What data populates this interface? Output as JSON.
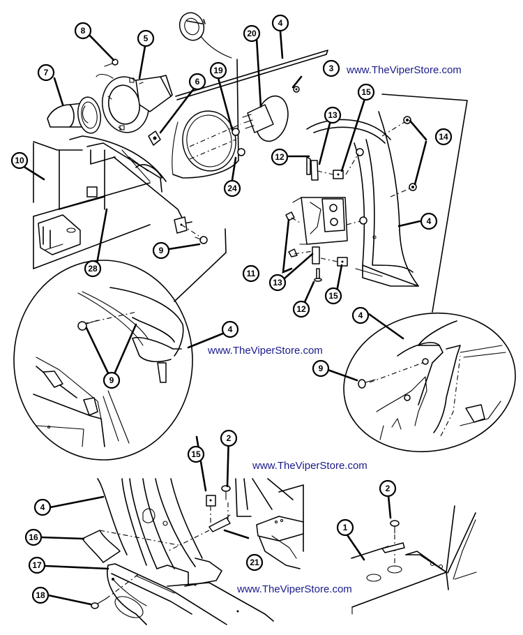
{
  "diagram": {
    "title": "Viper fuel filler / door and rear quarter panel exploded parts view",
    "line_color": "#000000",
    "background": "#ffffff"
  },
  "watermarks": {
    "color": "#1a1a8c",
    "items": [
      {
        "id": "wm-top-right",
        "text": "www.TheViperStore.com"
      },
      {
        "id": "wm-middle",
        "text": "www.TheViperStore.com"
      },
      {
        "id": "wm-lower-right",
        "text": "www.TheViperStore.com"
      },
      {
        "id": "wm-bottom",
        "text": "www.TheViperStore.com"
      }
    ]
  },
  "callouts": [
    {
      "id": "c8",
      "label": "8"
    },
    {
      "id": "c5",
      "label": "5"
    },
    {
      "id": "c20",
      "label": "20"
    },
    {
      "id": "c4a",
      "label": "4"
    },
    {
      "id": "c3",
      "label": "3"
    },
    {
      "id": "c7",
      "label": "7"
    },
    {
      "id": "c6",
      "label": "6"
    },
    {
      "id": "c19",
      "label": "19"
    },
    {
      "id": "c15a",
      "label": "15"
    },
    {
      "id": "c13a",
      "label": "13"
    },
    {
      "id": "c14",
      "label": "14"
    },
    {
      "id": "c10",
      "label": "10"
    },
    {
      "id": "c12a",
      "label": "12"
    },
    {
      "id": "c24",
      "label": "24"
    },
    {
      "id": "c9a",
      "label": "9"
    },
    {
      "id": "c4b",
      "label": "4"
    },
    {
      "id": "c11",
      "label": "11"
    },
    {
      "id": "c28",
      "label": "28"
    },
    {
      "id": "c13b",
      "label": "13"
    },
    {
      "id": "c15b",
      "label": "15"
    },
    {
      "id": "c12b",
      "label": "12"
    },
    {
      "id": "c4c",
      "label": "4"
    },
    {
      "id": "c4d",
      "label": "4"
    },
    {
      "id": "c9b",
      "label": "9"
    },
    {
      "id": "c9c",
      "label": "9"
    },
    {
      "id": "c15c",
      "label": "15"
    },
    {
      "id": "c2a",
      "label": "2"
    },
    {
      "id": "c2b",
      "label": "2"
    },
    {
      "id": "c4e",
      "label": "4"
    },
    {
      "id": "c1",
      "label": "1"
    },
    {
      "id": "c16",
      "label": "16"
    },
    {
      "id": "c21",
      "label": "21"
    },
    {
      "id": "c17",
      "label": "17"
    },
    {
      "id": "c18",
      "label": "18"
    }
  ]
}
